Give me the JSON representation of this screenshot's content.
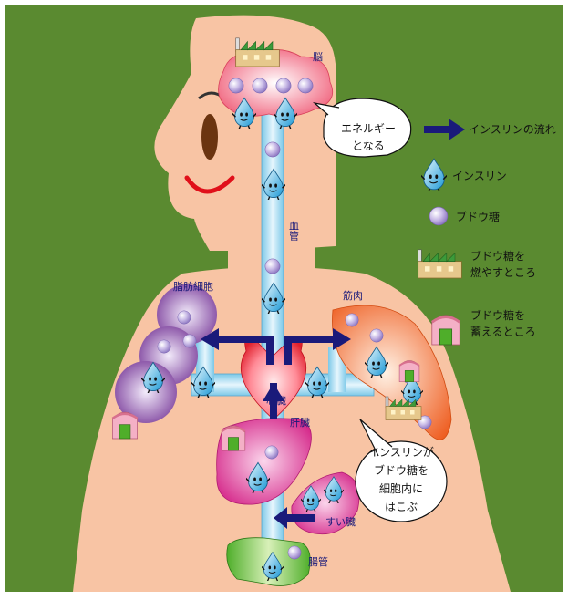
{
  "colors": {
    "background": "#5a8a30",
    "body": "#f8c4a4",
    "vessel": "#a8dcf0",
    "arrow": "#1a1a7a",
    "glucose": "#b6a4d8"
  },
  "organs": {
    "brain": "脳",
    "blood_vessel": "血管",
    "fat_cell": "脂肪細胞",
    "muscle": "筋肉",
    "heart": "心臓",
    "liver": "肝臓",
    "pancreas": "すい臓",
    "intestine": "腸管"
  },
  "bubbles": {
    "energy": [
      "エネルギー",
      "となる"
    ],
    "transport": [
      "インスリンが",
      "ブドウ糖を",
      "細胞内に",
      "はこぶ"
    ]
  },
  "legend": {
    "flow": "インスリンの流れ",
    "insulin": "インスリン",
    "glucose": "ブドウ糖",
    "burn": [
      "ブドウ糖を",
      "燃やすところ"
    ],
    "store": [
      "ブドウ糖を",
      "蓄えるところ"
    ]
  },
  "icons": [
    "insulin-drop-icon",
    "glucose-ball-icon",
    "factory-icon",
    "storehouse-icon",
    "flow-arrow-icon"
  ]
}
